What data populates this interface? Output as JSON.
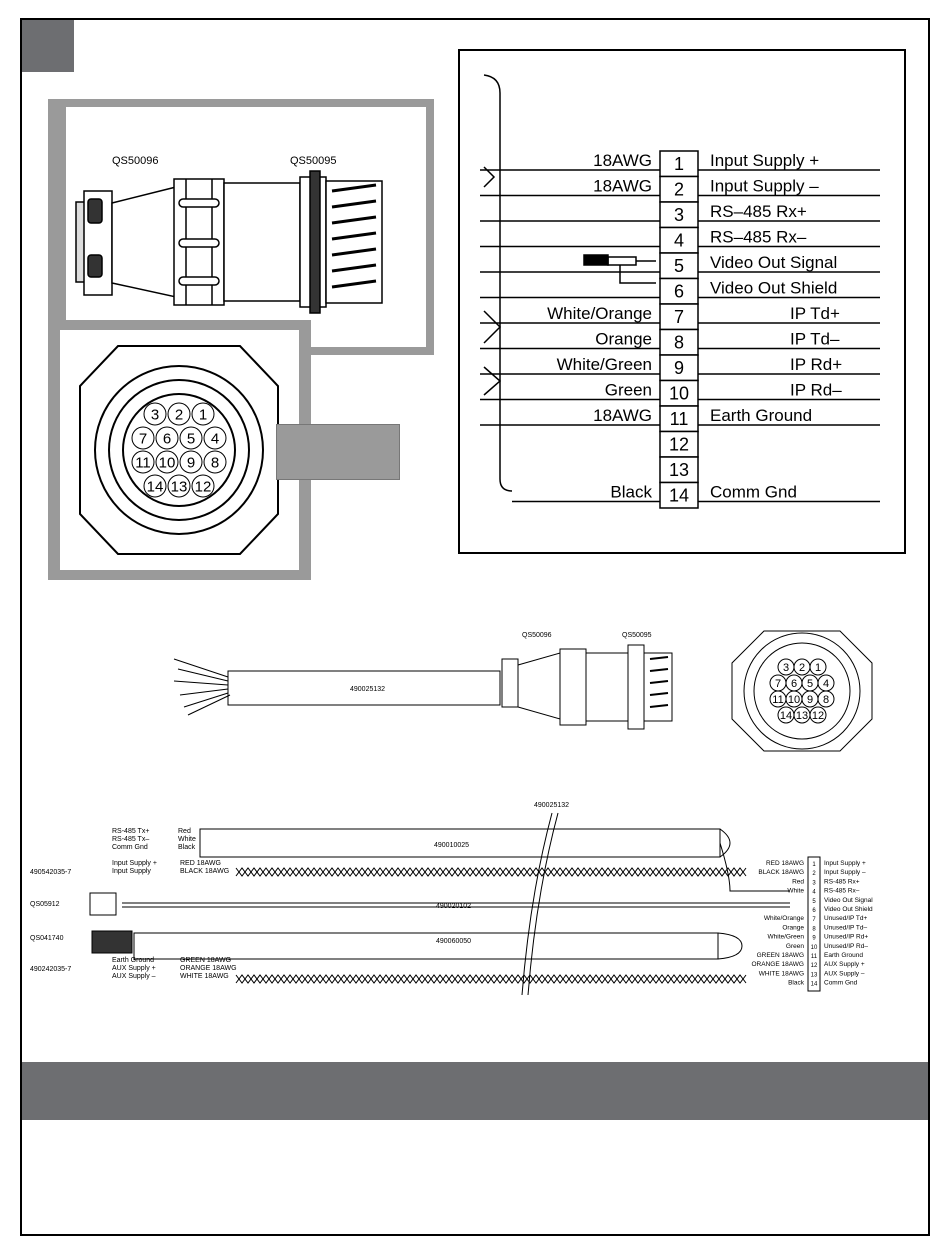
{
  "connector_photo": {
    "left_part_label": "QS50096",
    "right_part_label": "QS50095"
  },
  "pin_face_numbers": [
    "3",
    "2",
    "1",
    "7",
    "6",
    "5",
    "4",
    "11",
    "10",
    "9",
    "8",
    "14",
    "13",
    "12"
  ],
  "pinout": [
    {
      "pin": "1",
      "wire": "18AWG",
      "signal": "Input Supply +"
    },
    {
      "pin": "2",
      "wire": "18AWG",
      "signal": "Input Supply –"
    },
    {
      "pin": "3",
      "wire": "",
      "signal": "RS–485 Rx+"
    },
    {
      "pin": "4",
      "wire": "",
      "signal": "RS–485 Rx–"
    },
    {
      "pin": "5",
      "wire": "",
      "signal": "Video Out Signal"
    },
    {
      "pin": "6",
      "wire": "",
      "signal": "Video Out Shield"
    },
    {
      "pin": "7",
      "wire": "White/Orange",
      "signal": "IP Td+"
    },
    {
      "pin": "8",
      "wire": "Orange",
      "signal": "IP Td–"
    },
    {
      "pin": "9",
      "wire": "White/Green",
      "signal": "IP Rd+"
    },
    {
      "pin": "10",
      "wire": "Green",
      "signal": "IP Rd–"
    },
    {
      "pin": "11",
      "wire": "18AWG",
      "signal": "Earth Ground"
    },
    {
      "pin": "12",
      "wire": "",
      "signal": ""
    },
    {
      "pin": "13",
      "wire": "",
      "signal": ""
    },
    {
      "pin": "14",
      "wire": "Black",
      "signal": "Comm Gnd"
    }
  ],
  "cable_assembly": {
    "cable_label": "490025132",
    "left_connector_label": "QS50096",
    "right_connector_label": "QS50095"
  },
  "wiring": {
    "top_label": "490025132",
    "rs_cable_label": "490010025",
    "video_cable_label": "490020102",
    "ethernet_cable_label": "490060050",
    "rs_wires": [
      {
        "name": "RS-485 Tx+",
        "color": "Red"
      },
      {
        "name": "RS-485 Tx–",
        "color": "White"
      },
      {
        "name": "Comm Gnd",
        "color": "Black"
      }
    ],
    "left_groups": [
      {
        "id": "490542035-7",
        "lines": [
          {
            "name": "Input Supply +",
            "wire": "RED 18AWG"
          },
          {
            "name": "Input Supply",
            "wire": "BLACK 18AWG"
          }
        ]
      },
      {
        "id": "QS05912",
        "lines": []
      },
      {
        "id": "QS041740",
        "lines": []
      },
      {
        "id": "490242035-7",
        "lines": [
          {
            "name": "Earth Ground",
            "wire": "GREEN 18AWG"
          },
          {
            "name": "AUX Supply +",
            "wire": "ORANGE 18AWG"
          },
          {
            "name": "AUX Supply –",
            "wire": "WHITE 18AWG"
          }
        ]
      }
    ],
    "right_pins": [
      {
        "wire": "RED 18AWG",
        "pin": "1",
        "signal": "Input Supply +"
      },
      {
        "wire": "BLACK 18AWG",
        "pin": "2",
        "signal": "Input Supply –"
      },
      {
        "wire": "Red",
        "pin": "3",
        "signal": "RS-485 Rx+"
      },
      {
        "wire": "White",
        "pin": "4",
        "signal": "RS-485 Rx–"
      },
      {
        "wire": "",
        "pin": "5",
        "signal": "Video Out Signal"
      },
      {
        "wire": "",
        "pin": "6",
        "signal": "Video Out Shield"
      },
      {
        "wire": "White/Orange",
        "pin": "7",
        "signal": "Unused/IP Td+"
      },
      {
        "wire": "Orange",
        "pin": "8",
        "signal": "Unused/IP Td–"
      },
      {
        "wire": "White/Green",
        "pin": "9",
        "signal": "Unused/IP Rd+"
      },
      {
        "wire": "Green",
        "pin": "10",
        "signal": "Unused/IP Rd–"
      },
      {
        "wire": "GREEN 18AWG",
        "pin": "11",
        "signal": "Earth Ground"
      },
      {
        "wire": "ORANGE 18AWG",
        "pin": "12",
        "signal": "AUX Supply +"
      },
      {
        "wire": "WHITE 18AWG",
        "pin": "13",
        "signal": "AUX Supply –"
      },
      {
        "wire": "Black",
        "pin": "14",
        "signal": "Comm Gnd"
      }
    ]
  }
}
